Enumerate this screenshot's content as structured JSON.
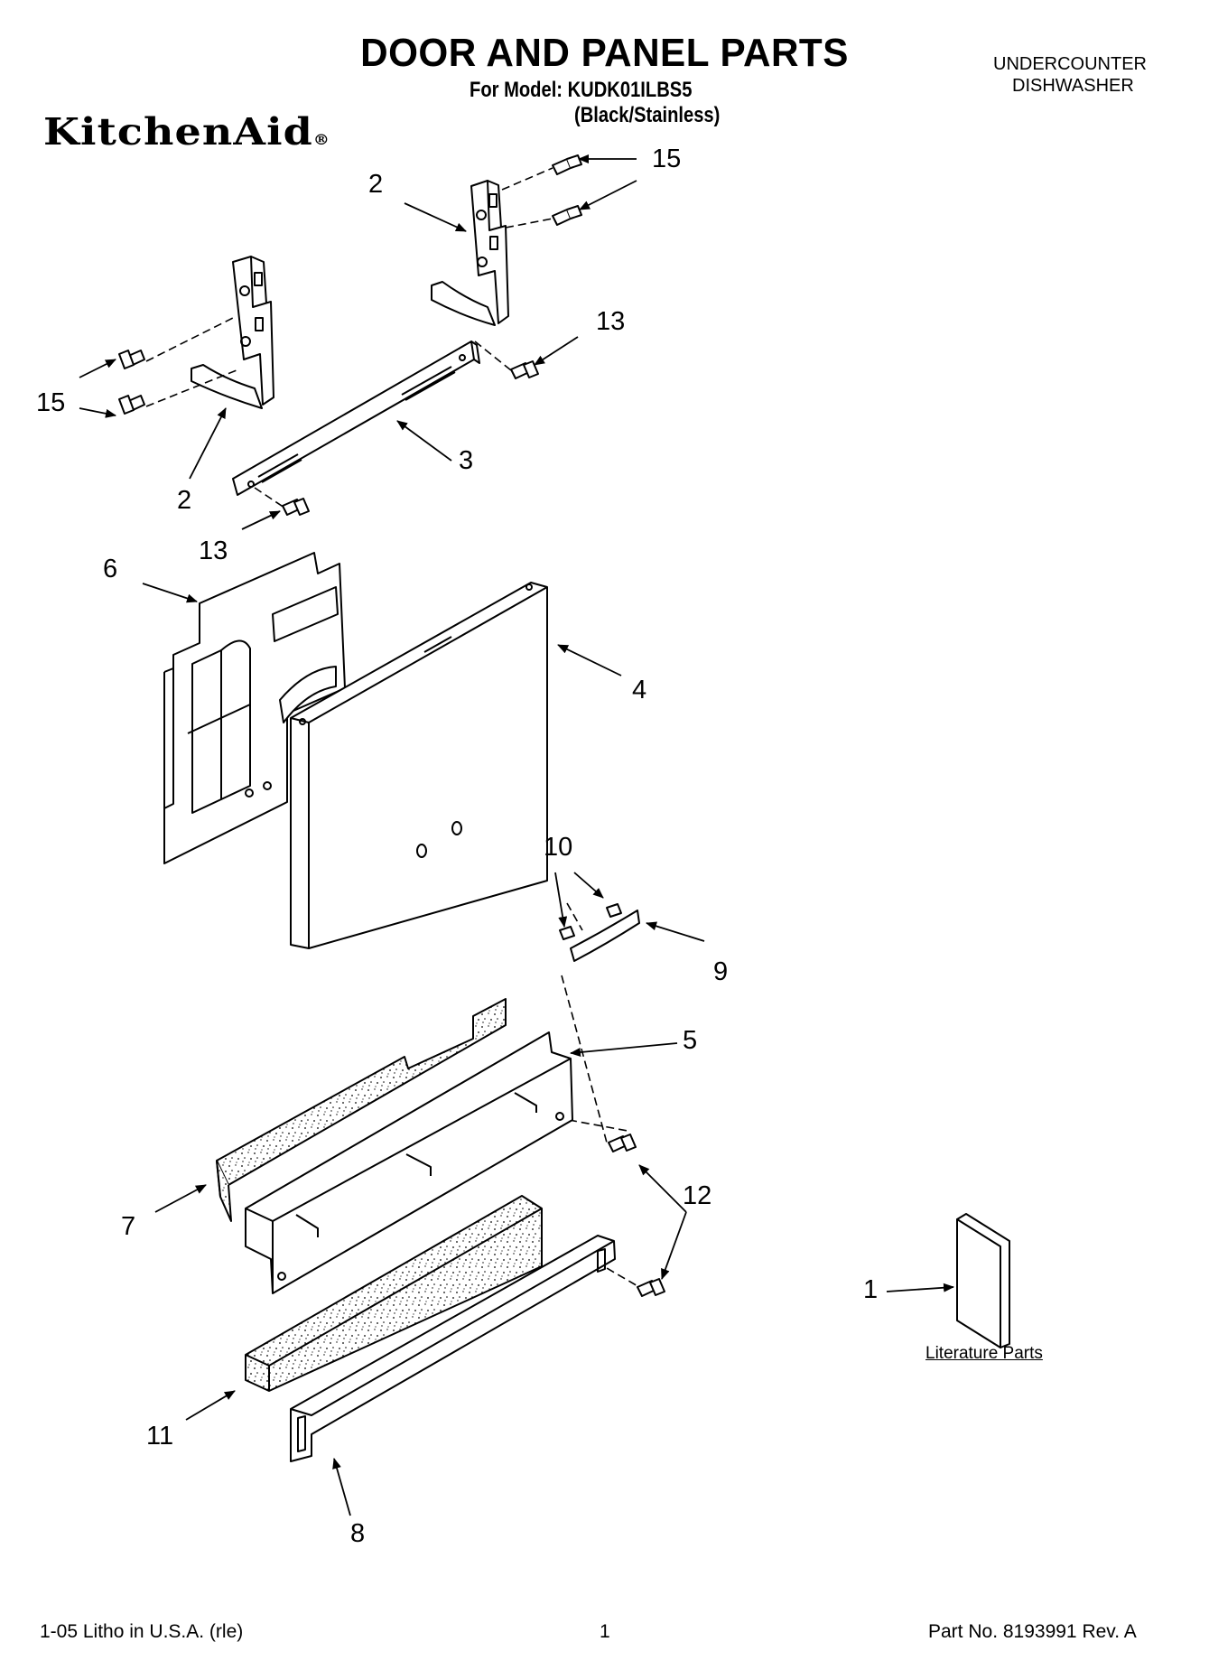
{
  "header": {
    "title": "DOOR AND PANEL PARTS",
    "model_line": "For Model: KUDK01ILBS5",
    "variant_line": "(Black/Stainless)",
    "appliance_line1": "UNDERCOUNTER",
    "appliance_line2": "DISHWASHER",
    "brand": "KitchenAid",
    "brand_mark": "®"
  },
  "callouts": {
    "c15a": "15",
    "c2a": "2",
    "c15b": "15",
    "c13a": "13",
    "c3": "3",
    "c2b": "2",
    "c13b": "13",
    "c6": "6",
    "c4": "4",
    "c10": "10",
    "c9": "9",
    "c5": "5",
    "c12": "12",
    "c7": "7",
    "c1": "1",
    "c11": "11",
    "c8": "8"
  },
  "literature_label": "Literature Parts",
  "footer": {
    "left": "1-05 Litho in U.S.A. (rle)",
    "page": "1",
    "part": "Part No. 8193991 Rev. A"
  }
}
